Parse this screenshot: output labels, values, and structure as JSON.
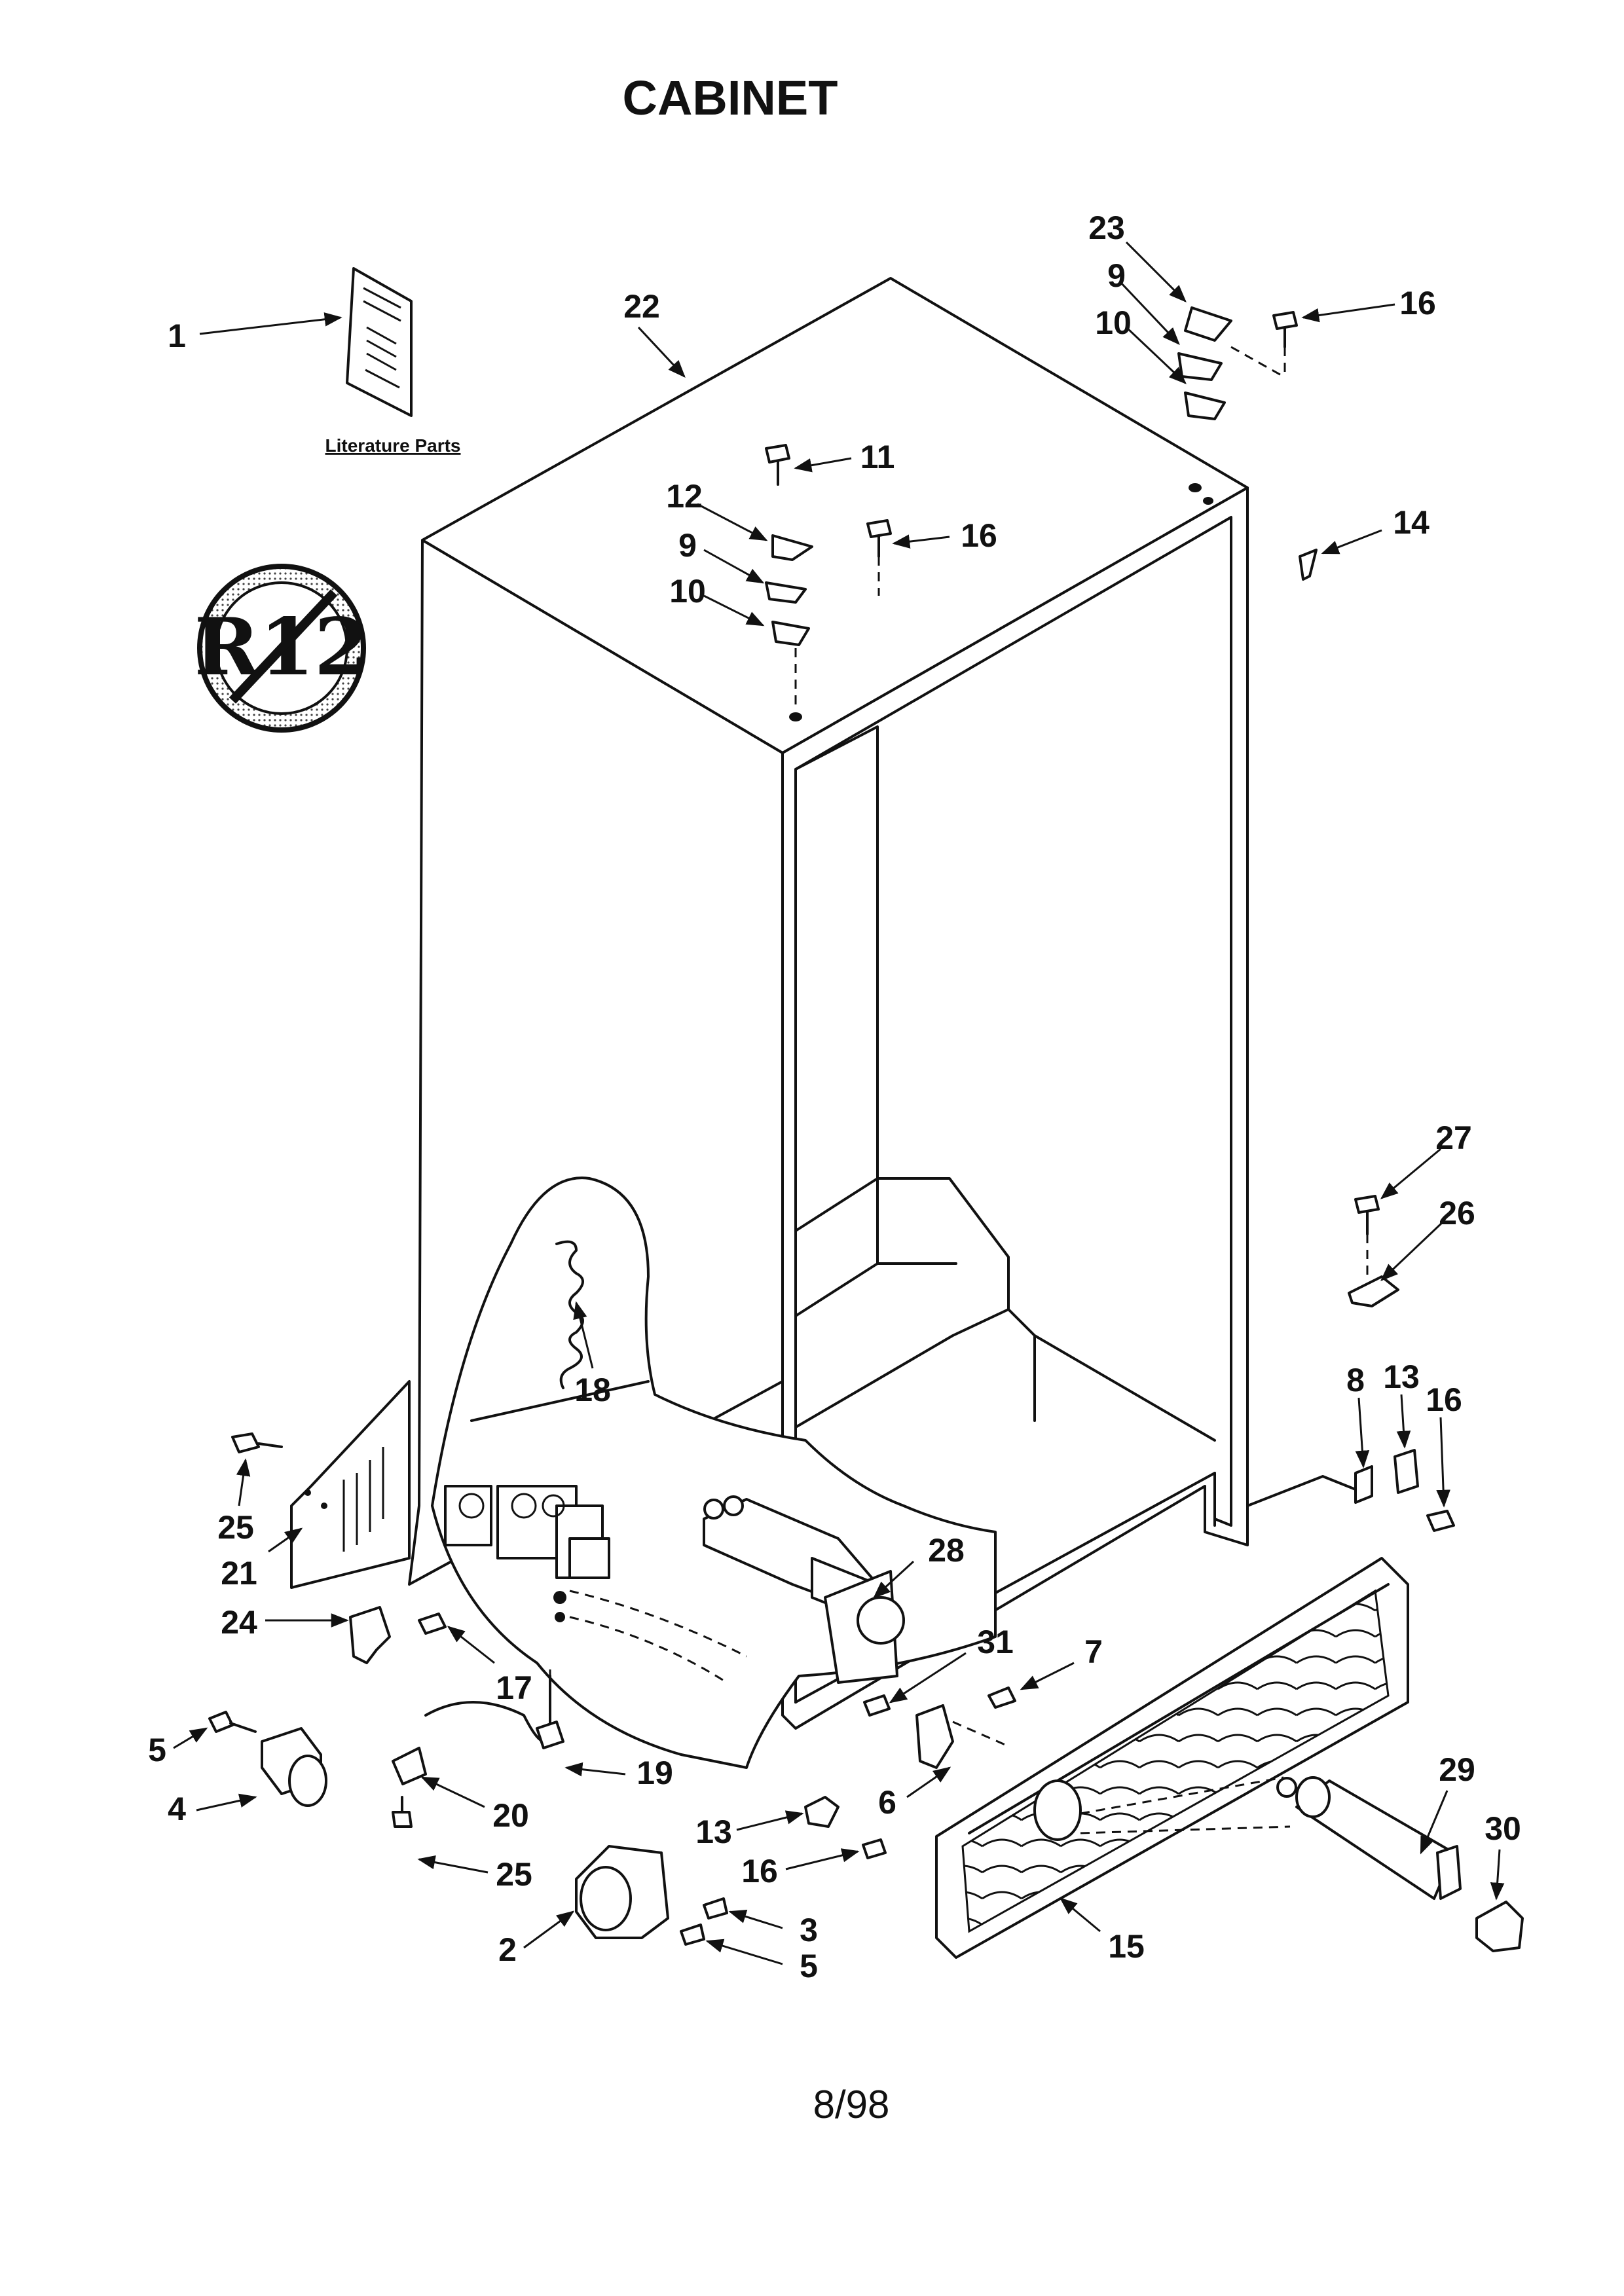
{
  "page": {
    "title": "CABINET",
    "footer_date": "8/98",
    "literature_caption": "Literature Parts",
    "logo_text": "R12"
  },
  "callouts": [
    {
      "id": "c1",
      "text": "1"
    },
    {
      "id": "c22",
      "text": "22"
    },
    {
      "id": "c23",
      "text": "23"
    },
    {
      "id": "c9a",
      "text": "9"
    },
    {
      "id": "c10a",
      "text": "10"
    },
    {
      "id": "c16a",
      "text": "16"
    },
    {
      "id": "c11",
      "text": "11"
    },
    {
      "id": "c12",
      "text": "12"
    },
    {
      "id": "c16b",
      "text": "16"
    },
    {
      "id": "c9b",
      "text": "9"
    },
    {
      "id": "c10b",
      "text": "10"
    },
    {
      "id": "c14",
      "text": "14"
    },
    {
      "id": "c27",
      "text": "27"
    },
    {
      "id": "c26",
      "text": "26"
    },
    {
      "id": "c8",
      "text": "8"
    },
    {
      "id": "c13a",
      "text": "13"
    },
    {
      "id": "c16c",
      "text": "16"
    },
    {
      "id": "c18",
      "text": "18"
    },
    {
      "id": "c25a",
      "text": "25"
    },
    {
      "id": "c21",
      "text": "21"
    },
    {
      "id": "c28",
      "text": "28"
    },
    {
      "id": "c24",
      "text": "24"
    },
    {
      "id": "c17",
      "text": "17"
    },
    {
      "id": "c31",
      "text": "31"
    },
    {
      "id": "c7",
      "text": "7"
    },
    {
      "id": "c5a",
      "text": "5"
    },
    {
      "id": "c4",
      "text": "4"
    },
    {
      "id": "c19",
      "text": "19"
    },
    {
      "id": "c6",
      "text": "6"
    },
    {
      "id": "c29",
      "text": "29"
    },
    {
      "id": "c20",
      "text": "20"
    },
    {
      "id": "c30",
      "text": "30"
    },
    {
      "id": "c13b",
      "text": "13"
    },
    {
      "id": "c25b",
      "text": "25"
    },
    {
      "id": "c16d",
      "text": "16"
    },
    {
      "id": "c3",
      "text": "3"
    },
    {
      "id": "c2",
      "text": "2"
    },
    {
      "id": "c5b",
      "text": "5"
    },
    {
      "id": "c15",
      "text": "15"
    }
  ]
}
